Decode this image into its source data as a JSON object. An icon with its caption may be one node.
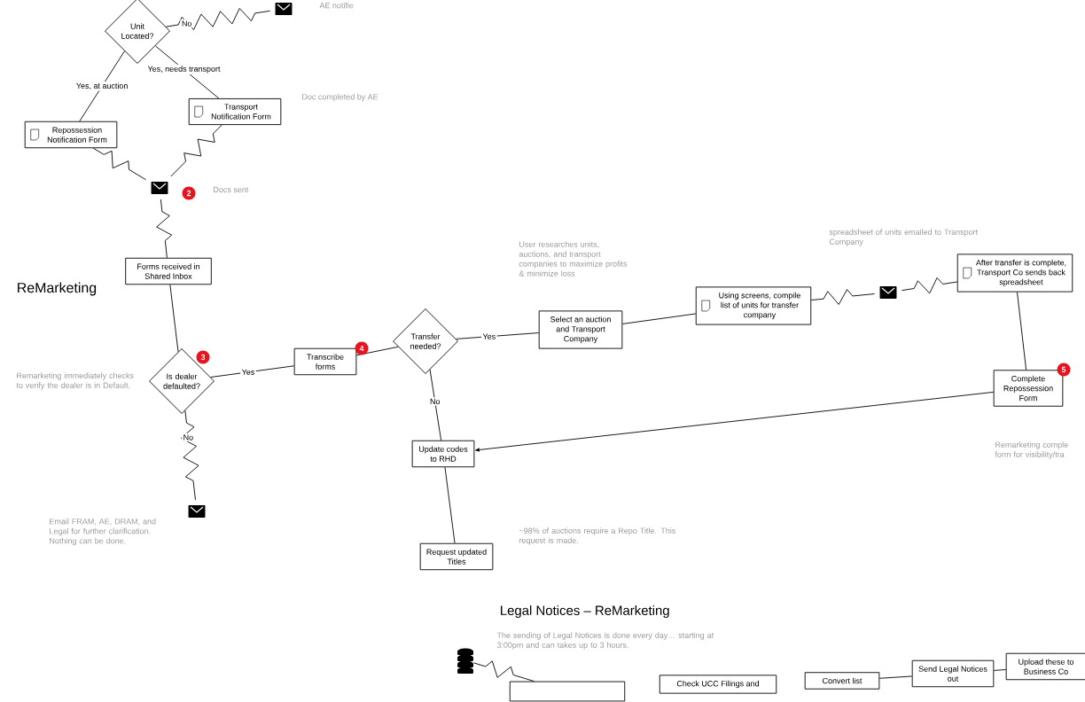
{
  "diagram": {
    "nodes": [
      {
        "text": [
          "Unit Located?"
        ]
      },
      {
        "text": [],
        "shape": "picture"
      },
      {
        "text": [
          "Repossession Notification Form"
        ]
      },
      {
        "text": [
          "Transport Notification Form"
        ]
      },
      {
        "text": [],
        "shape": "picture"
      },
      {
        "text": [
          "Forms received in Shared Inbox"
        ]
      },
      {
        "text": [
          "Is dealer defaulted?"
        ]
      },
      {
        "text": [],
        "shape": "picture"
      },
      {
        "text": [
          "Transcribe forms"
        ]
      },
      {
        "text": [
          "Transfer needed?"
        ]
      },
      {
        "text": [
          "Select an auction and Transport Company"
        ]
      },
      {
        "text": [
          "Using screens, compile list of units for transfer company"
        ]
      },
      {
        "text": [],
        "shape": "picture"
      },
      {
        "text": [
          "After transfer is complete, Transport Co sends back spreadsheet"
        ]
      },
      {
        "text": [
          "Complete Repossession Form"
        ]
      },
      {
        "text": [
          "Update codes to RHD"
        ]
      },
      {
        "text": [
          "Request updated Titles"
        ]
      },
      {
        "text": [],
        "shape": "cylinder"
      },
      {
        "text": [],
        "shape": "box"
      },
      {
        "text": [
          "Check UCC Filings and"
        ]
      },
      {
        "text": [
          "Convert list"
        ]
      },
      {
        "text": [
          "Send Legal Notices out"
        ]
      },
      {
        "text": [
          "Upload these to Business Co"
        ]
      }
    ],
    "edges": [
      {
        "from": 0,
        "to": 1,
        "arrow": "none",
        "label": "No"
      },
      {
        "from": 0,
        "to": 2,
        "arrow": "none",
        "label": "Yes, at auction"
      },
      {
        "from": 0,
        "to": 3,
        "arrow": "none",
        "label": "Yes, needs transport"
      },
      {
        "from": 2,
        "to": 4,
        "arrow": "none"
      },
      {
        "from": 3,
        "to": 4,
        "arrow": "none"
      },
      {
        "from": 4,
        "to": 5,
        "arrow": "none"
      },
      {
        "from": 5,
        "to": 6,
        "arrow": "none"
      },
      {
        "from": 6,
        "to": 8,
        "arrow": "none",
        "label": "Yes"
      },
      {
        "from": 6,
        "to": 7,
        "arrow": "none",
        "label": "No"
      },
      {
        "from": 8,
        "to": 9,
        "arrow": "none"
      },
      {
        "from": 9,
        "to": 10,
        "arrow": "none",
        "label": "Yes"
      },
      {
        "from": 9,
        "to": 15,
        "arrow": "none",
        "label": "No"
      },
      {
        "from": 10,
        "to": 11,
        "arrow": "none"
      },
      {
        "from": 11,
        "to": 12,
        "arrow": "none"
      },
      {
        "from": 12,
        "to": 13,
        "arrow": "none"
      },
      {
        "from": 13,
        "to": 14,
        "arrow": "none"
      },
      {
        "from": 14,
        "to": 15,
        "arrow": "to"
      },
      {
        "from": 15,
        "to": 16,
        "arrow": "none"
      },
      {
        "from": 17,
        "to": 18,
        "arrow": "none"
      },
      {
        "from": 20,
        "to": 21,
        "arrow": "none"
      },
      {
        "from": 21,
        "to": 22,
        "arrow": "none"
      }
    ],
    "labels": [
      "AE notifie",
      "Doc completed by AE",
      "2",
      "Docs sent",
      "ReMarketing",
      "User researches units, auctions, and transport companies to maximize profits & minimize loss",
      "spreadsheet of units emailed to Transport Company",
      "3",
      "4",
      "5",
      "Remarketing immediately checks to verify the dealer is in Default.",
      "Remarketing comple form for visibility/tra",
      "Email FRAM, AE, DRAM, and Legal for further clarification. Nothing can be done.",
      "~98% of auctions require a Repo Title. This request is made.",
      "Legal Notices – ReMarketing",
      "The sending of Legal Notices is done every day… starting at 3:00pm and can takes up to 3 hours."
    ]
  }
}
